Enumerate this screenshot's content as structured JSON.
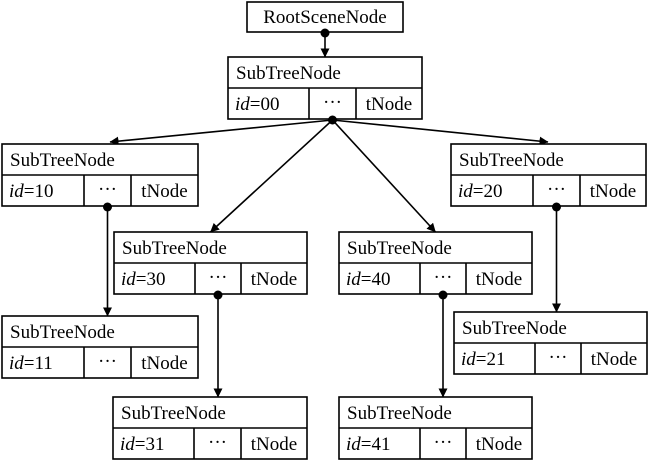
{
  "root": {
    "label": "RootSceneNode"
  },
  "nodes": [
    {
      "key": "n00",
      "title": "SubTreeNode",
      "id_label": "id",
      "id_value": "=00",
      "ellipsis": "···",
      "tnode": "tNode"
    },
    {
      "key": "n10",
      "title": "SubTreeNode",
      "id_label": "id",
      "id_value": "=10",
      "ellipsis": "···",
      "tnode": "tNode"
    },
    {
      "key": "n20",
      "title": "SubTreeNode",
      "id_label": "id",
      "id_value": "=20",
      "ellipsis": "···",
      "tnode": "tNode"
    },
    {
      "key": "n30",
      "title": "SubTreeNode",
      "id_label": "id",
      "id_value": "=30",
      "ellipsis": "···",
      "tnode": "tNode"
    },
    {
      "key": "n40",
      "title": "SubTreeNode",
      "id_label": "id",
      "id_value": "=40",
      "ellipsis": "···",
      "tnode": "tNode"
    },
    {
      "key": "n11",
      "title": "SubTreeNode",
      "id_label": "id",
      "id_value": "=11",
      "ellipsis": "···",
      "tnode": "tNode"
    },
    {
      "key": "n21",
      "title": "SubTreeNode",
      "id_label": "id",
      "id_value": "=21",
      "ellipsis": "···",
      "tnode": "tNode"
    },
    {
      "key": "n31",
      "title": "SubTreeNode",
      "id_label": "id",
      "id_value": "=31",
      "ellipsis": "···",
      "tnode": "tNode"
    },
    {
      "key": "n41",
      "title": "SubTreeNode",
      "id_label": "id",
      "id_value": "=41",
      "ellipsis": "···",
      "tnode": "tNode"
    }
  ],
  "edges": [
    {
      "from": "root",
      "to": "n00"
    },
    {
      "from": "n00",
      "to": "n10"
    },
    {
      "from": "n00",
      "to": "n30"
    },
    {
      "from": "n00",
      "to": "n40"
    },
    {
      "from": "n00",
      "to": "n20"
    },
    {
      "from": "n10",
      "to": "n11"
    },
    {
      "from": "n30",
      "to": "n31"
    },
    {
      "from": "n40",
      "to": "n41"
    },
    {
      "from": "n20",
      "to": "n21"
    }
  ]
}
